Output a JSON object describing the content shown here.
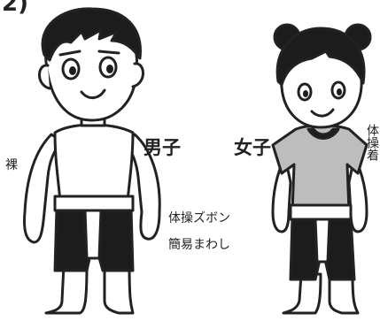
{
  "heading_fragment": "2)",
  "labels": {
    "boy": "男子",
    "girl": "女子",
    "naked": "裸",
    "gym_pants": "体操ズボン",
    "simple_mawashi": "簡易まわし",
    "gym_shirt_vertical": "体操着"
  },
  "colors": {
    "ink": "#222222",
    "shorts": "#1c1c1c",
    "shirt": "#bdbdbd",
    "skin": "#ffffff",
    "mawashi": "#ffffff"
  }
}
